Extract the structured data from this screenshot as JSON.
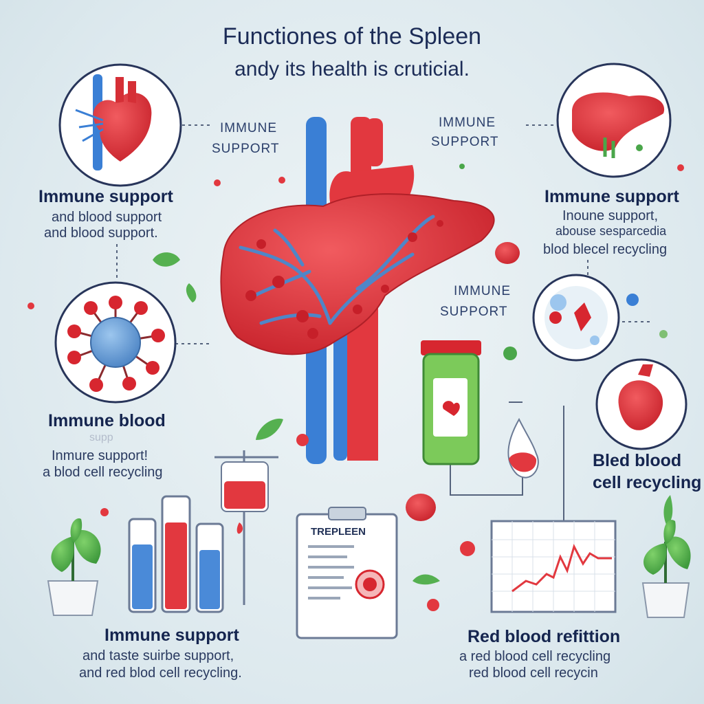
{
  "header": {
    "title": "Functiones of the Spleen",
    "subtitle": "andy its health is cruticial."
  },
  "center_labels": {
    "top_left": [
      "IMMUNE",
      "SUPPORT"
    ],
    "top_right": [
      "IMMUNE",
      "SUPPORT"
    ],
    "mid_right": [
      "IMMUNE",
      "SUPPORT"
    ]
  },
  "left_panel_1": {
    "heading": "Immune support",
    "lines": [
      "and blood support",
      "and blood support."
    ]
  },
  "left_panel_2": {
    "heading": "Immune blood",
    "lines": [
      "supp",
      "Inmure support!",
      "a blod cell recycling"
    ]
  },
  "right_panel_1": {
    "heading": "Immune support",
    "lines": [
      "Inoune support,",
      "abouse sesparcedia",
      "blod blecel recycling"
    ]
  },
  "right_panel_2": {
    "heading_lines": [
      "Bled blood",
      "cell recycling"
    ]
  },
  "bottom_left": {
    "heading": "Immune support",
    "lines": [
      "and taste suirbe support,",
      "and red blod cell recycling."
    ]
  },
  "bottom_right": {
    "heading": "Red blood refittion",
    "lines": [
      "a red blood cell recycling",
      "red blood cell recycin"
    ]
  },
  "clipboard": {
    "title": "TREPLEEN"
  },
  "colors": {
    "organ_red": "#e2383f",
    "vessel_blue": "#3a7fd5",
    "leaf_green": "#4aa64a",
    "text_navy": "#1c2c57"
  },
  "icons": [
    "heart-icon",
    "liver-icon",
    "virus-cell-icon",
    "cell-microscope-icon",
    "spleen-organ-icon",
    "plant-pot-icon",
    "test-tube-icon",
    "iv-bag-icon",
    "medicine-bottle-icon",
    "blood-drop-icon",
    "clipboard-report-icon",
    "line-chart-icon"
  ]
}
